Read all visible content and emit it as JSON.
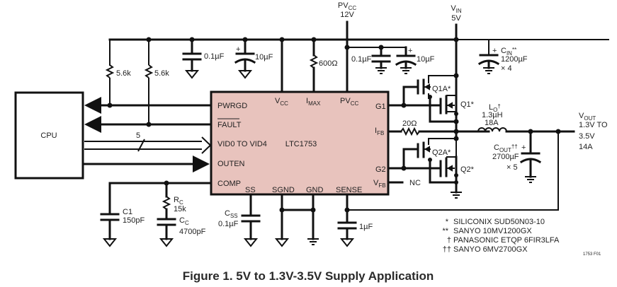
{
  "figure": {
    "caption": "Figure 1. 5V to 1.3V-3.5V Supply Application",
    "figure_id": "1753 F01"
  },
  "supplies": {
    "pvcc": {
      "name": "PV",
      "sub": "CC",
      "value": "12V"
    },
    "vin": {
      "name": "V",
      "sub": "IN",
      "value": "5V"
    },
    "vout": {
      "name": "V",
      "sub": "OUT",
      "line1": "1.3V TO",
      "line2": "3.5V",
      "line3": "14A"
    }
  },
  "cpu": {
    "label": "CPU",
    "bus_width": "5"
  },
  "ic": {
    "name": "LTC1753",
    "fill": "#e8c3bd",
    "pins_left": [
      "PWRGD",
      "FAULT",
      "VID0 TO VID4",
      "OUTEN",
      "COMP"
    ],
    "pins_top": [
      {
        "name": "V",
        "sub": "CC"
      },
      {
        "name": "I",
        "sub": "MAX"
      },
      {
        "name": "PV",
        "sub": "CC"
      }
    ],
    "pins_right": [
      {
        "name": "G1",
        "sub": ""
      },
      {
        "name": "I",
        "sub": "FB"
      },
      {
        "name": "G2",
        "sub": ""
      },
      {
        "name": "V",
        "sub": "FB"
      }
    ],
    "pins_bottom": [
      "SS",
      "SGND",
      "GND",
      "SENSE"
    ]
  },
  "components": {
    "r_pullup1": "5.6k",
    "r_pullup2": "5.6k",
    "c_vcc1": "0.1µF",
    "c_vcc2": "10µF",
    "r_imax": "600Ω",
    "c_pvcc1": "0.1µF",
    "c_pvcc2": "10µF",
    "c_in": {
      "name": "C",
      "sub": "IN",
      "mark": "**",
      "value": "1200µF",
      "qty": "× 4"
    },
    "q1a": "Q1A*",
    "q1": "Q1*",
    "q2a": "Q2A*",
    "q2": "Q2*",
    "r_ifb": "20Ω",
    "l_out": {
      "name": "L",
      "sub": "O",
      "mark": "†",
      "value": "1.3µH",
      "current": "18A"
    },
    "c_out": {
      "name": "C",
      "sub": "OUT",
      "mark": "††",
      "value": "2700µF",
      "qty": "× 5"
    },
    "nc": "NC",
    "c1": {
      "name": "C1",
      "value": "150pF"
    },
    "rc": {
      "name": "R",
      "sub": "C",
      "value": "15k"
    },
    "cc": {
      "name": "C",
      "sub": "C",
      "value": "4700pF"
    },
    "css": {
      "name": "C",
      "sub": "SS",
      "value": "0.1µF"
    },
    "c_sense": "1µF"
  },
  "notes": [
    {
      "mark": "*",
      "text": "SILICONIX SUD50N03-10"
    },
    {
      "mark": "**",
      "text": "SANYO 10MV1200GX"
    },
    {
      "mark": "†",
      "text": "PANASONIC ETQP 6FIR3LFA"
    },
    {
      "mark": "††",
      "text": "SANYO 6MV2700GX"
    }
  ]
}
